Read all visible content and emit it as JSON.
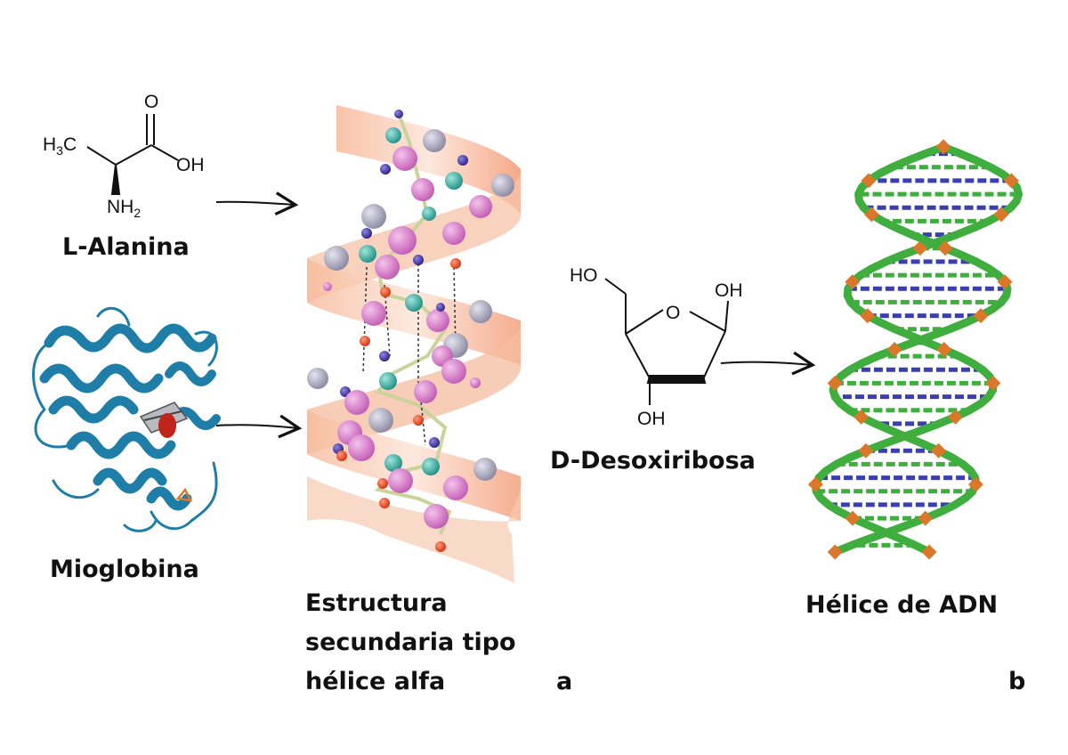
{
  "labels": {
    "alanine": "L-Alanina",
    "myoglobin": "Mioglobina",
    "helix_line1": "Estructura",
    "helix_line2": "secundaria tipo",
    "helix_line3": "hélice alfa",
    "deoxyribose": "D-Desoxiribosa",
    "dna": "Hélice de ADN",
    "panel_a": "a",
    "panel_b": "b"
  },
  "alanine_atoms": {
    "o_top": "O",
    "h3c": "H",
    "h3c_sub": "3",
    "h3c_c": "C",
    "oh": "OH",
    "nh": "NH",
    "nh_sub": "2"
  },
  "deoxyribose_atoms": {
    "ho": "HO",
    "oh_right": "OH",
    "ring_o": "O",
    "oh_bottom": "OH"
  },
  "colors": {
    "text": "#111111",
    "ribbon_orange": "#f4a37c",
    "protein_blue": "#1e7ea8",
    "dna_green": "#3fae3f",
    "dna_blue": "#3a3fb0",
    "dna_orange": "#d9772a",
    "atom_pink": "#d36ec0",
    "atom_teal": "#33a59a",
    "atom_grey": "#9a98ad",
    "atom_navy": "#3b2e9a",
    "atom_red": "#e0401f"
  }
}
